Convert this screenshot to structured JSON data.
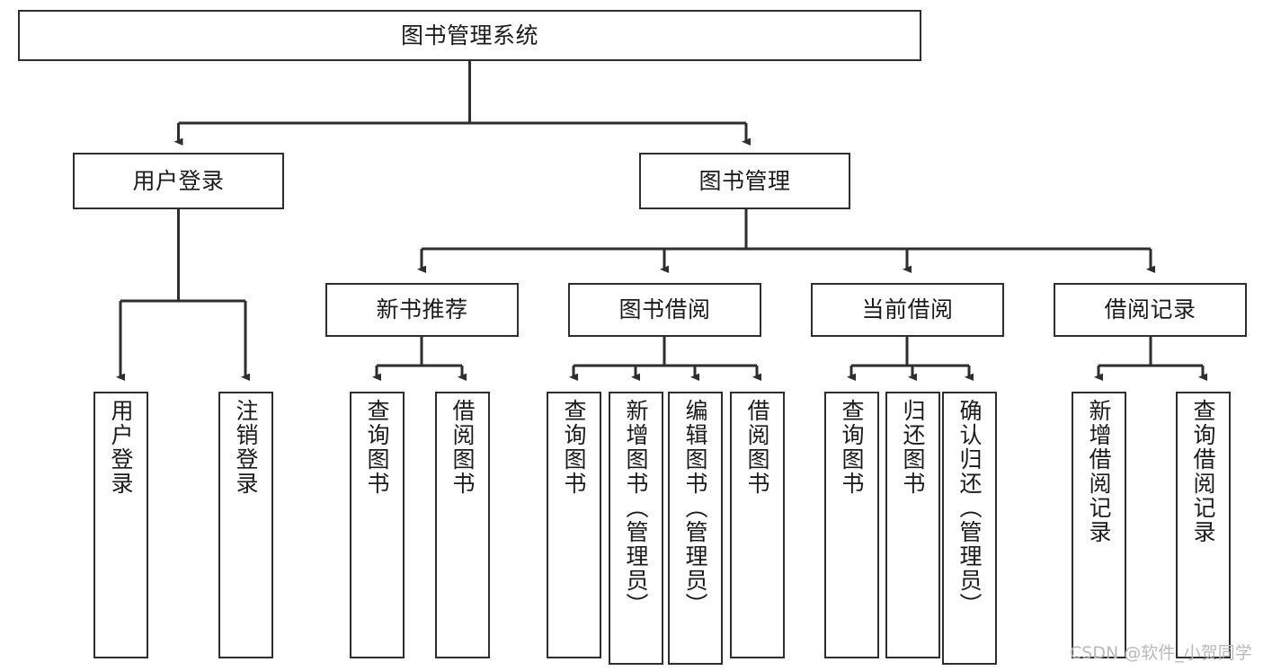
{
  "diagram": {
    "type": "tree",
    "title": "图书管理系统",
    "orientation": "top-down",
    "edge_color": "#2e2e2e",
    "box_border_color": "#2e2e2e",
    "box_fill_color": "#ffffff",
    "text_color": "#1b1b1b"
  },
  "nodes": {
    "root": {
      "label": "图书管理系统"
    },
    "level2": [
      {
        "label": "用户登录"
      },
      {
        "label": "图书管理"
      }
    ],
    "level3": [
      {
        "label": "新书推荐"
      },
      {
        "label": "图书借阅"
      },
      {
        "label": "当前借阅"
      },
      {
        "label": "借阅记录"
      }
    ],
    "leaves": {
      "user_login": [
        {
          "label": "用户登录"
        },
        {
          "label": "注销登录"
        }
      ],
      "new_book_recommend": [
        {
          "label": "查询图书"
        },
        {
          "label": "借阅图书"
        }
      ],
      "book_borrow": [
        {
          "label": "查询图书"
        },
        {
          "label": "新增图书（管理员）"
        },
        {
          "label": "编辑图书（管理员）"
        },
        {
          "label": "借阅图书"
        }
      ],
      "current_borrow": [
        {
          "label": "查询图书"
        },
        {
          "label": "归还图书"
        },
        {
          "label": "确认归还（管理员）"
        }
      ],
      "borrow_record": [
        {
          "label": "新增借阅记录"
        },
        {
          "label": "查询借阅记录"
        }
      ]
    }
  },
  "watermark": {
    "text": "CSDN @软件_小贺同学"
  }
}
